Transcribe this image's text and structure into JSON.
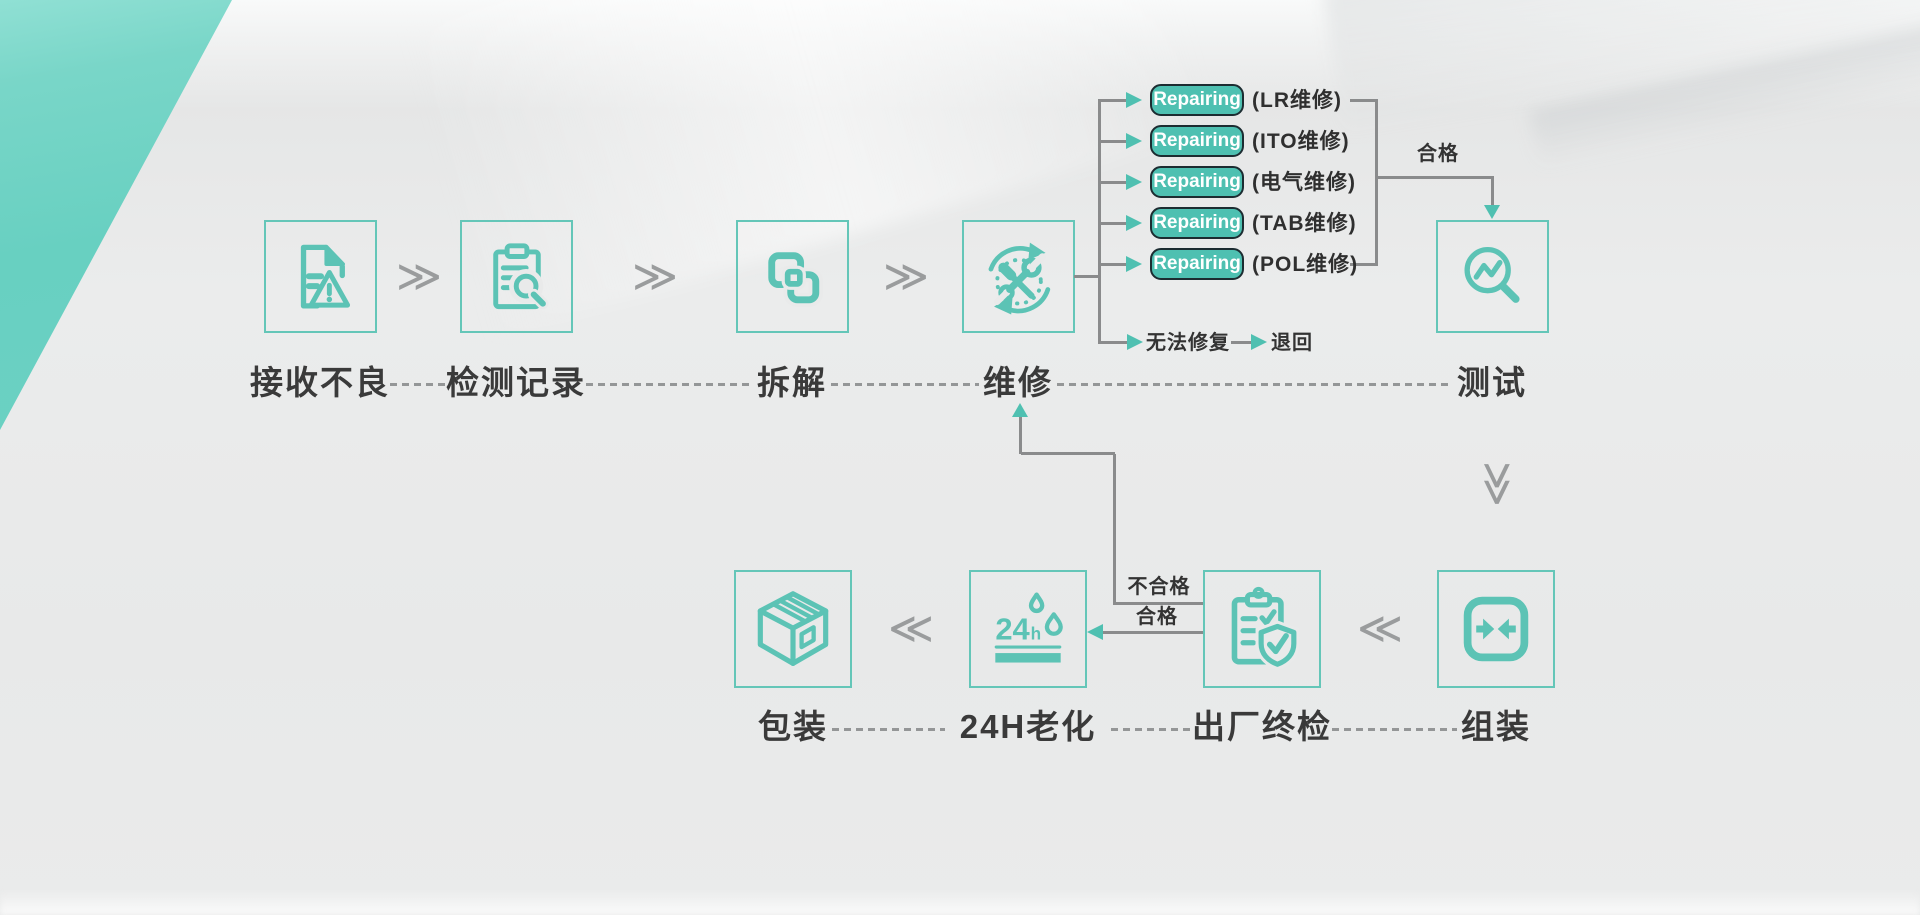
{
  "palette": {
    "teal": "#5cc3b5",
    "badge_fill": "#4ec0b1",
    "badge_border": "#1c2c31",
    "line_gray": "#8a8b8c",
    "text_dark": "#3a3a3a",
    "corner_triangle": "#6bd1c3"
  },
  "flow_top": {
    "steps": [
      {
        "label": "接收不良",
        "icon": "document-alert-icon"
      },
      {
        "label": "检测记录",
        "icon": "clipboard-search-icon"
      },
      {
        "label": "拆解",
        "icon": "disassemble-layers-icon"
      },
      {
        "label": "维修",
        "icon": "repair-tools-icon"
      },
      {
        "label": "测试",
        "icon": "test-analysis-icon"
      }
    ],
    "step_connector_glyph": "≫"
  },
  "repair_branches": {
    "badge_label": "Repairing",
    "branches": [
      "(LR维修)",
      "(ITO维修)",
      "(电气维修)",
      "(TAB维修)",
      "(POL维修)"
    ],
    "pass_label": "合格",
    "fail_label": "无法修复",
    "return_label": "退回"
  },
  "flow_bottom": {
    "steps": [
      {
        "label": "包装",
        "icon": "package-box-icon"
      },
      {
        "label": "24H老化",
        "icon": "aging-24h-icon"
      },
      {
        "label": "出厂终检",
        "icon": "final-inspection-icon"
      },
      {
        "label": "组装",
        "icon": "assemble-icon"
      }
    ],
    "step_connector_glyph": "≪",
    "down_connector_glyph": "≫"
  },
  "inspection_feedback": {
    "fail_label": "不合格",
    "pass_label": "合格"
  }
}
